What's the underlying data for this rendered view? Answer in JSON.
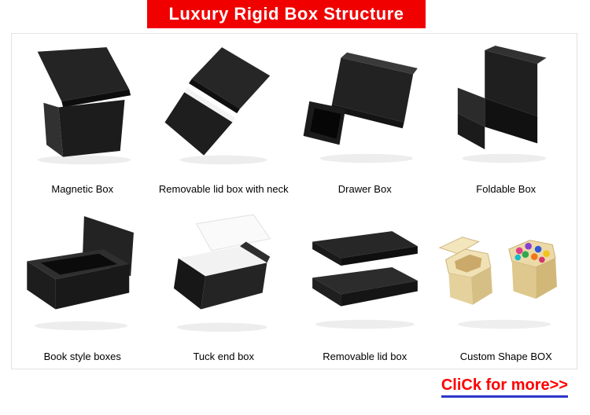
{
  "banner": {
    "title": "Luxury Rigid Box Structure",
    "bg_color": "#f10000",
    "text_color": "#ffffff"
  },
  "products": [
    {
      "label": "Magnetic Box",
      "icon": "magnetic-box-image"
    },
    {
      "label": "Removable lid box with neck",
      "icon": "removable-lid-neck-box-image"
    },
    {
      "label": "Drawer Box",
      "icon": "drawer-box-image"
    },
    {
      "label": "Foldable Box",
      "icon": "foldable-box-image"
    },
    {
      "label": "Book style boxes",
      "icon": "book-style-box-image"
    },
    {
      "label": "Tuck end box",
      "icon": "tuck-end-box-image"
    },
    {
      "label": "Removable lid box",
      "icon": "removable-lid-box-image"
    },
    {
      "label": "Custom Shape BOX",
      "icon": "custom-shape-box-image"
    }
  ],
  "footer": {
    "more_label": "CliCk for more>>",
    "text_color": "#fe0000",
    "underline_color": "#2d35c8"
  }
}
